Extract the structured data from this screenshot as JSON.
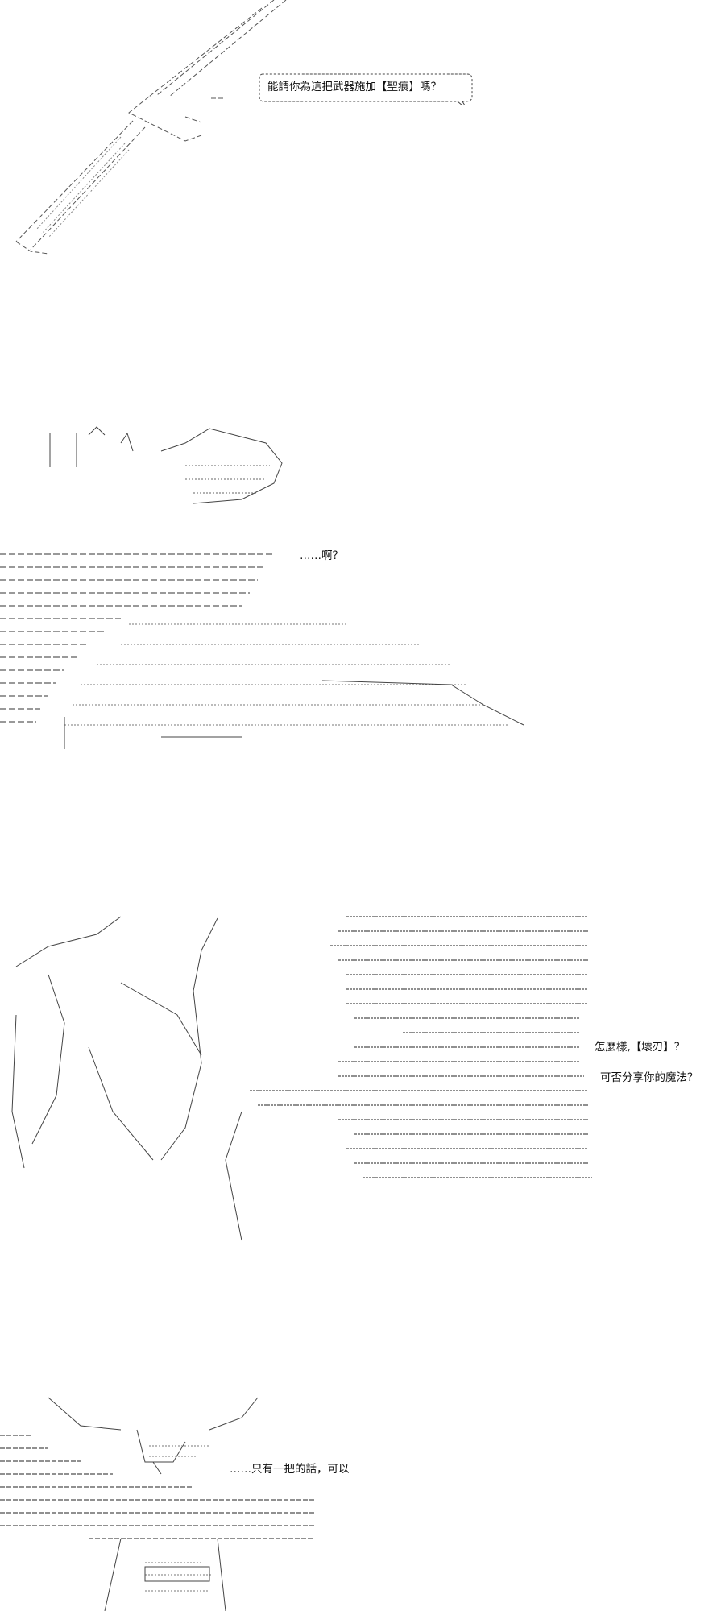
{
  "panels": [
    {
      "id": "sword",
      "lines": [
        "能請你為這把武器施加【聖痕】嗎？"
      ]
    },
    {
      "id": "fox",
      "lines": [
        "……啊？"
      ]
    },
    {
      "id": "crowd",
      "lines": [
        "怎麼樣,【壞刃】？",
        "可否分享你的魔法？"
      ]
    },
    {
      "id": "kimono",
      "lines": [
        "……只有一把的話，可以"
      ]
    }
  ]
}
